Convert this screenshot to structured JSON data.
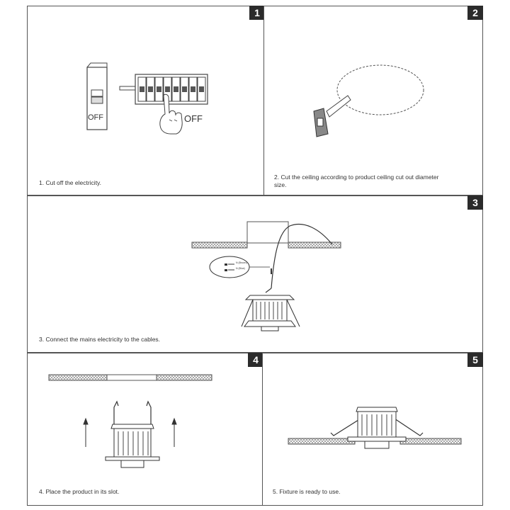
{
  "steps": [
    {
      "number": "1",
      "caption": "1. Cut off the electricity.",
      "labels": {
        "switch_off": "OFF",
        "breaker_off": "OFF"
      }
    },
    {
      "number": "2",
      "caption": "2. Cut the ceiling according to product ceiling cut out diameter size."
    },
    {
      "number": "3",
      "caption": "3. Connect the mains electricity to the cables.",
      "labels": {
        "wire_a": "N (Brown)",
        "wire_b": "N (Blue)"
      }
    },
    {
      "number": "4",
      "caption": "4. Place the product in its slot."
    },
    {
      "number": "5",
      "caption": "5. Fixture is ready to use."
    }
  ]
}
